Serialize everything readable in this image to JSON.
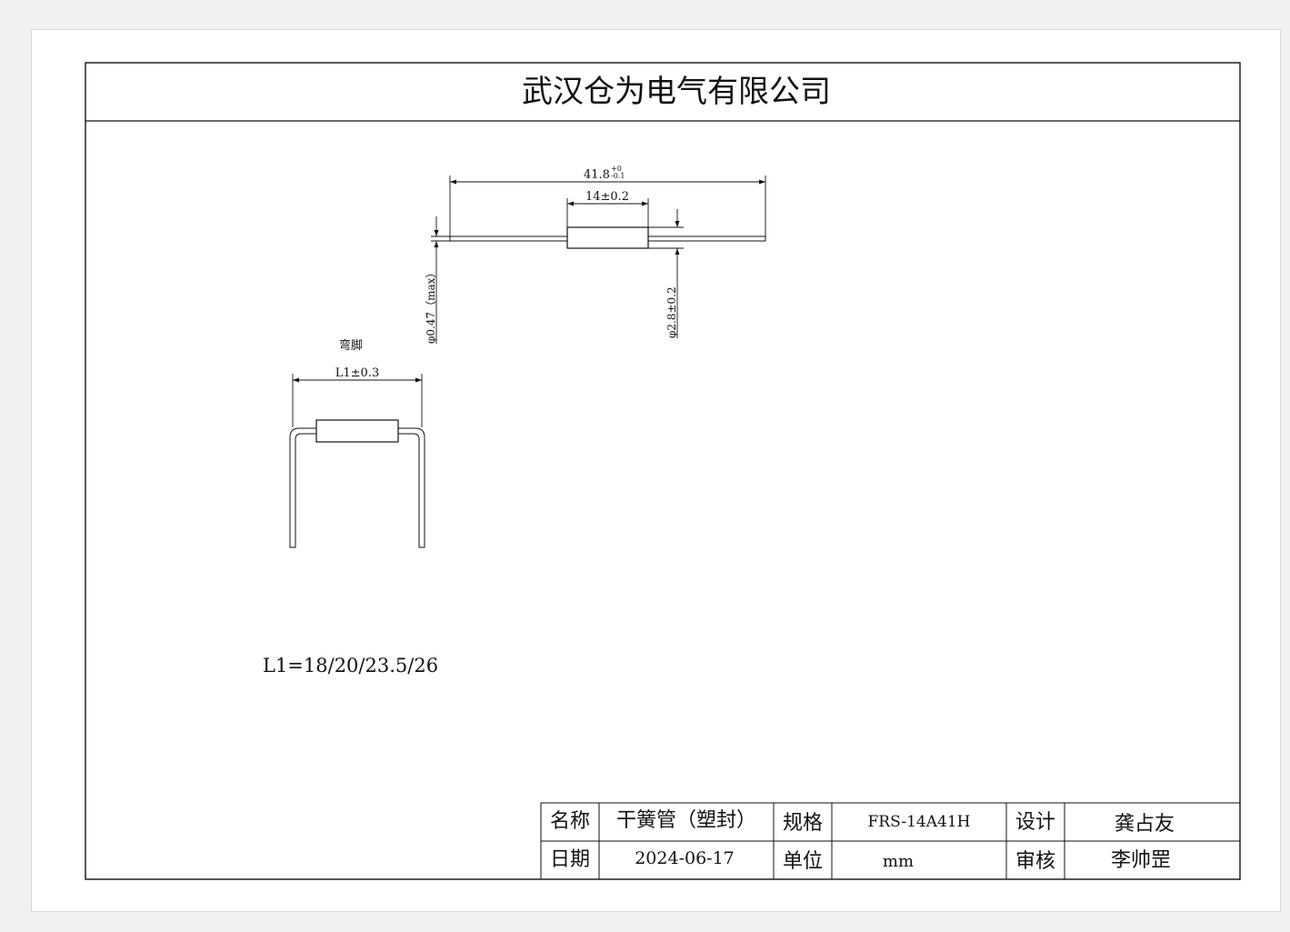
{
  "title_block": {
    "company": "武汉仓为电气有限公司"
  },
  "top_view": {
    "overall_length_base": "41.8",
    "overall_length_tol_upper": "+0",
    "overall_length_tol_lower": "-0.1",
    "body_length": "14±0.2",
    "lead_diameter": "φ0.47（max）",
    "body_diameter": "φ2.8±0.2"
  },
  "bent_view": {
    "caption": "弯脚",
    "lead_span": "L1±0.3"
  },
  "note": "L1=18/20/23.5/26",
  "info_table": {
    "name_label": "名称",
    "name_value": "干簧管（塑封）",
    "spec_label": "规格",
    "spec_value": "FRS-14A41H",
    "designer_label": "设计",
    "designer_value": "龚占友",
    "date_label": "日期",
    "date_value": "2024-06-17",
    "unit_label": "单位",
    "unit_value": "mm",
    "reviewer_label": "审核",
    "reviewer_value": "李帅罡"
  }
}
